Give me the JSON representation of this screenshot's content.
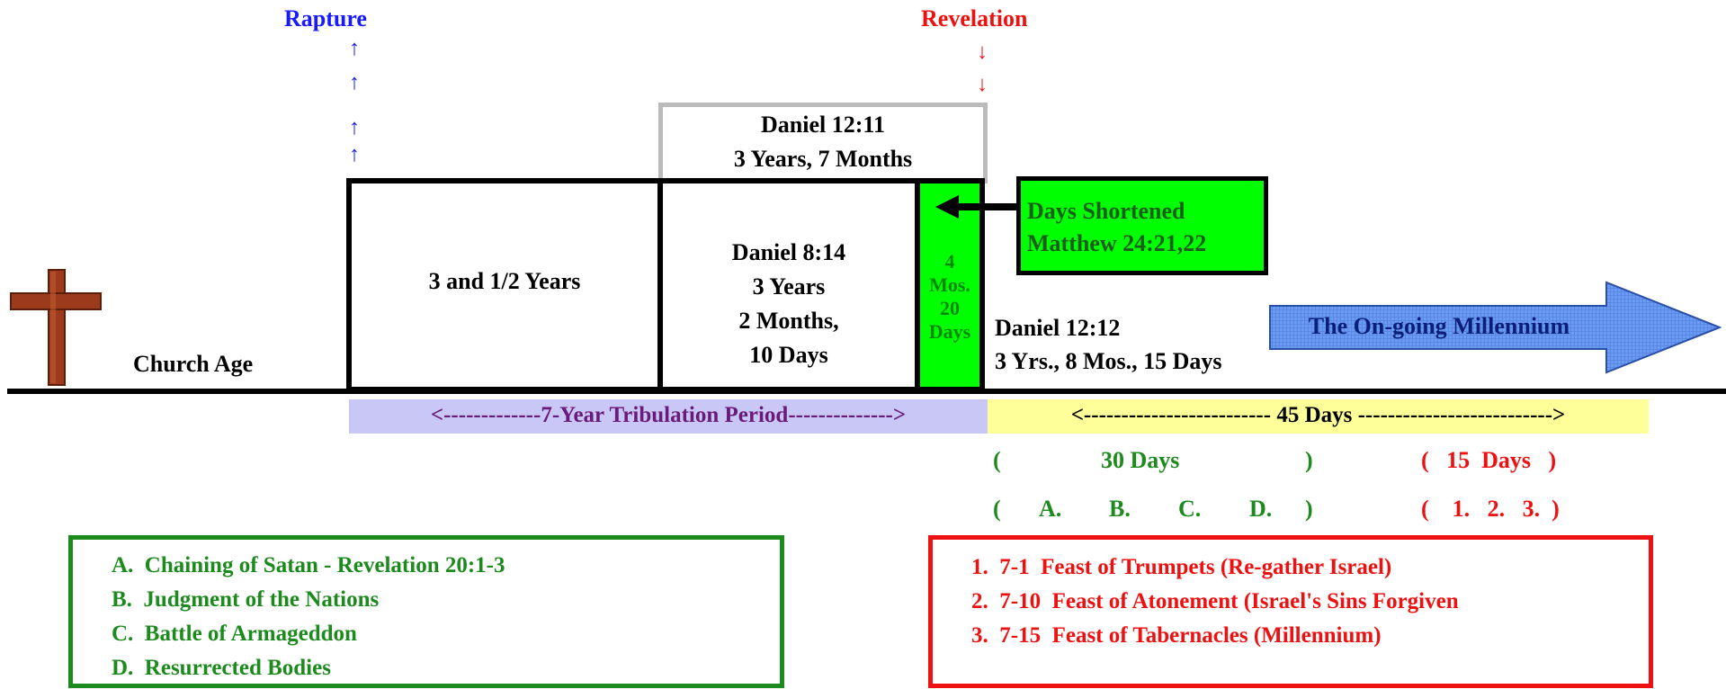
{
  "colors": {
    "rapture": "#1a1aff",
    "revelation": "#ee1111",
    "green_text": "#1d8a1d",
    "purple_text": "#6a1b7a",
    "tribulation_band": "#c9c7f5",
    "days_band": "#ffff99",
    "bright_green": "#00ff00",
    "millennium_arrow": "#5f95f5",
    "cross": "#9c3a1c"
  },
  "rapture": {
    "label": "Rapture",
    "arrows": [
      "↑",
      "↑",
      "↑",
      "↑"
    ]
  },
  "revelation": {
    "label": "Revelation",
    "arrows": [
      "↓",
      "↓"
    ]
  },
  "church_age": "Church Age",
  "first_half": "3 and 1/2 Years",
  "daniel_12_11": {
    "line1": "Daniel 12:11",
    "line2": "3 Years, 7 Months"
  },
  "daniel_8_14": {
    "line1": "Daniel 8:14",
    "line2": "3 Years",
    "line3": "2 Months,",
    "line4": "10 Days"
  },
  "four_months": {
    "line1": "4",
    "line2": "Mos.",
    "line3": "20",
    "line4": "Days"
  },
  "days_shortened": {
    "line1": "Days Shortened",
    "line2": "Matthew 24:21,22"
  },
  "daniel_12_12": {
    "line1": "Daniel 12:12",
    "line2": "3 Yrs., 8 Mos., 15 Days"
  },
  "millennium": "The On-going Millennium",
  "tribulation_period": "<-------------7-Year Tribulation Period-------------->",
  "forty_five_days": "<------------------------- 45 Days -------------------------->",
  "thirty_days": {
    "open": "(",
    "label": "30 Days",
    "close": ")"
  },
  "fifteen_days": {
    "label": "(   15  Days   )"
  },
  "abcd": {
    "open": "(",
    "a": "A.",
    "b": "B.",
    "c": "C.",
    "d": "D.",
    "close": ")"
  },
  "one_two_three": {
    "label": "(    1.   2.   3.  )"
  },
  "left_list": [
    "A.  Chaining of Satan - Revelation 20:1-3",
    "B.  Judgment of the Nations",
    "C.  Battle of Armageddon",
    "D.  Resurrected Bodies"
  ],
  "right_list": [
    "1.  7-1  Feast of Trumpets (Re-gather Israel)",
    "2.  7-10  Feast of Atonement (Israel's Sins Forgiven",
    "3.  7-15  Feast of Tabernacles (Millennium)"
  ]
}
